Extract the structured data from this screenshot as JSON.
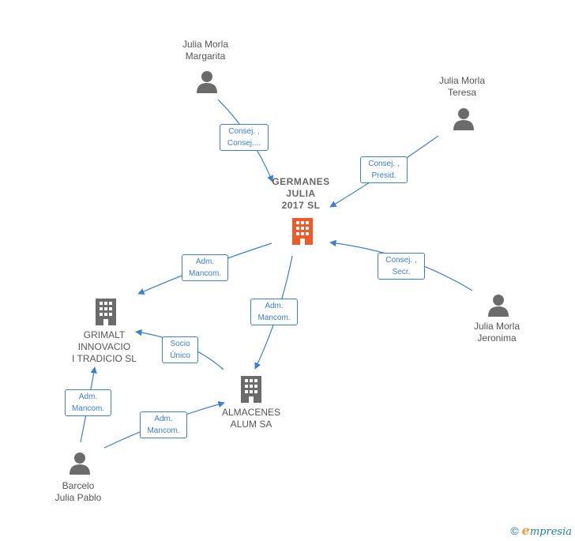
{
  "nodes": {
    "julia_morla_margarita": {
      "label": "Julia Morla\nMargarita",
      "icon": "person-icon"
    },
    "julia_morla_teresa": {
      "label": "Julia Morla\nTeresa",
      "icon": "person-icon"
    },
    "germanes": {
      "label": "GERMANES\nJULIA\n2017  SL",
      "icon": "building-icon",
      "color": "#f05a28"
    },
    "julia_morla_jeronima": {
      "label": "Julia Morla\nJeronima",
      "icon": "person-icon"
    },
    "grimalt": {
      "label": "GRIMALT\nINNOVACIO\nI TRADICIO  SL",
      "icon": "building-icon"
    },
    "almacenes": {
      "label": "ALMACENES\nALUM SA",
      "icon": "building-icon"
    },
    "barcelo": {
      "label": "Barcelo\nJulia Pablo",
      "icon": "person-icon"
    }
  },
  "edges": [
    {
      "label_line1": "Consej. ,",
      "label_line2": "Consej...."
    },
    {
      "label_line1": "Consej. ,",
      "label_line2": "Presid."
    },
    {
      "label_line1": "Consej. ,",
      "label_line2": "Secr."
    },
    {
      "label_line1": "Adm.",
      "label_line2": "Mancom."
    },
    {
      "label_line1": "Adm.",
      "label_line2": "Mancom."
    },
    {
      "label_line1": "Socio",
      "label_line2": "Único"
    },
    {
      "label_line1": "Adm.",
      "label_line2": "Mancom."
    },
    {
      "label_line1": "Adm.",
      "label_line2": "Mancom."
    }
  ],
  "colors": {
    "edge": "#3a7fd5",
    "node_gray": "#6b6b6b",
    "main_company": "#f05a28"
  },
  "footer": {
    "copyright": "©",
    "brand_initial": "e",
    "brand_rest": "mpresia"
  }
}
